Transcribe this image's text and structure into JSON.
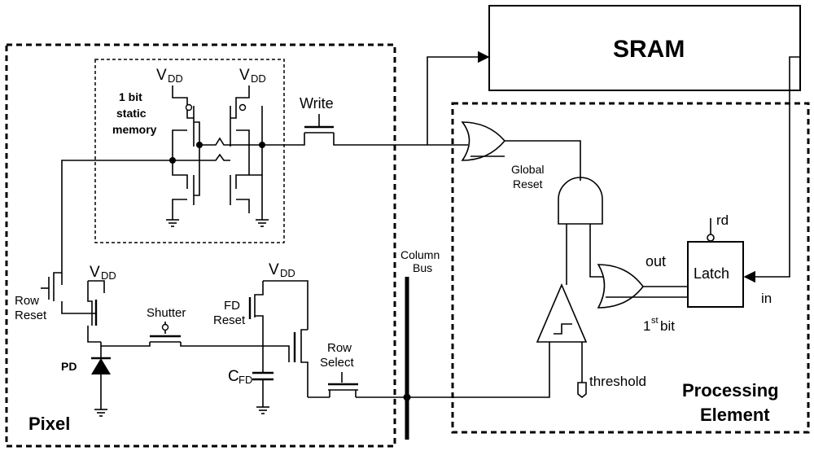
{
  "labels": {
    "sram": "SRAM",
    "pixel": "Pixel",
    "processing_line1": "Processing",
    "processing_line2": "Element",
    "memory_line1": "1 bit",
    "memory_line2": "static",
    "memory_line3": "memory",
    "vdd_main": "V",
    "vdd_sub": "DD",
    "write": "Write",
    "global_line1": "Global",
    "global_line2": "Reset",
    "column_line1": "Column",
    "column_line2": "Bus",
    "rd": "rd",
    "out": "out",
    "latch": "Latch",
    "in": "in",
    "first_bit_num": "1",
    "first_bit_sup": "st",
    "first_bit_rest": " bit",
    "row_reset_line1": "Row",
    "row_reset_line2": "Reset",
    "shutter": "Shutter",
    "fd_reset_line1": "FD",
    "fd_reset_line2": "Reset",
    "pd": "PD",
    "cfd_main": "C",
    "cfd_sub": "FD",
    "row_select_line1": "Row",
    "row_select_line2": "Select",
    "threshold": "threshold"
  }
}
